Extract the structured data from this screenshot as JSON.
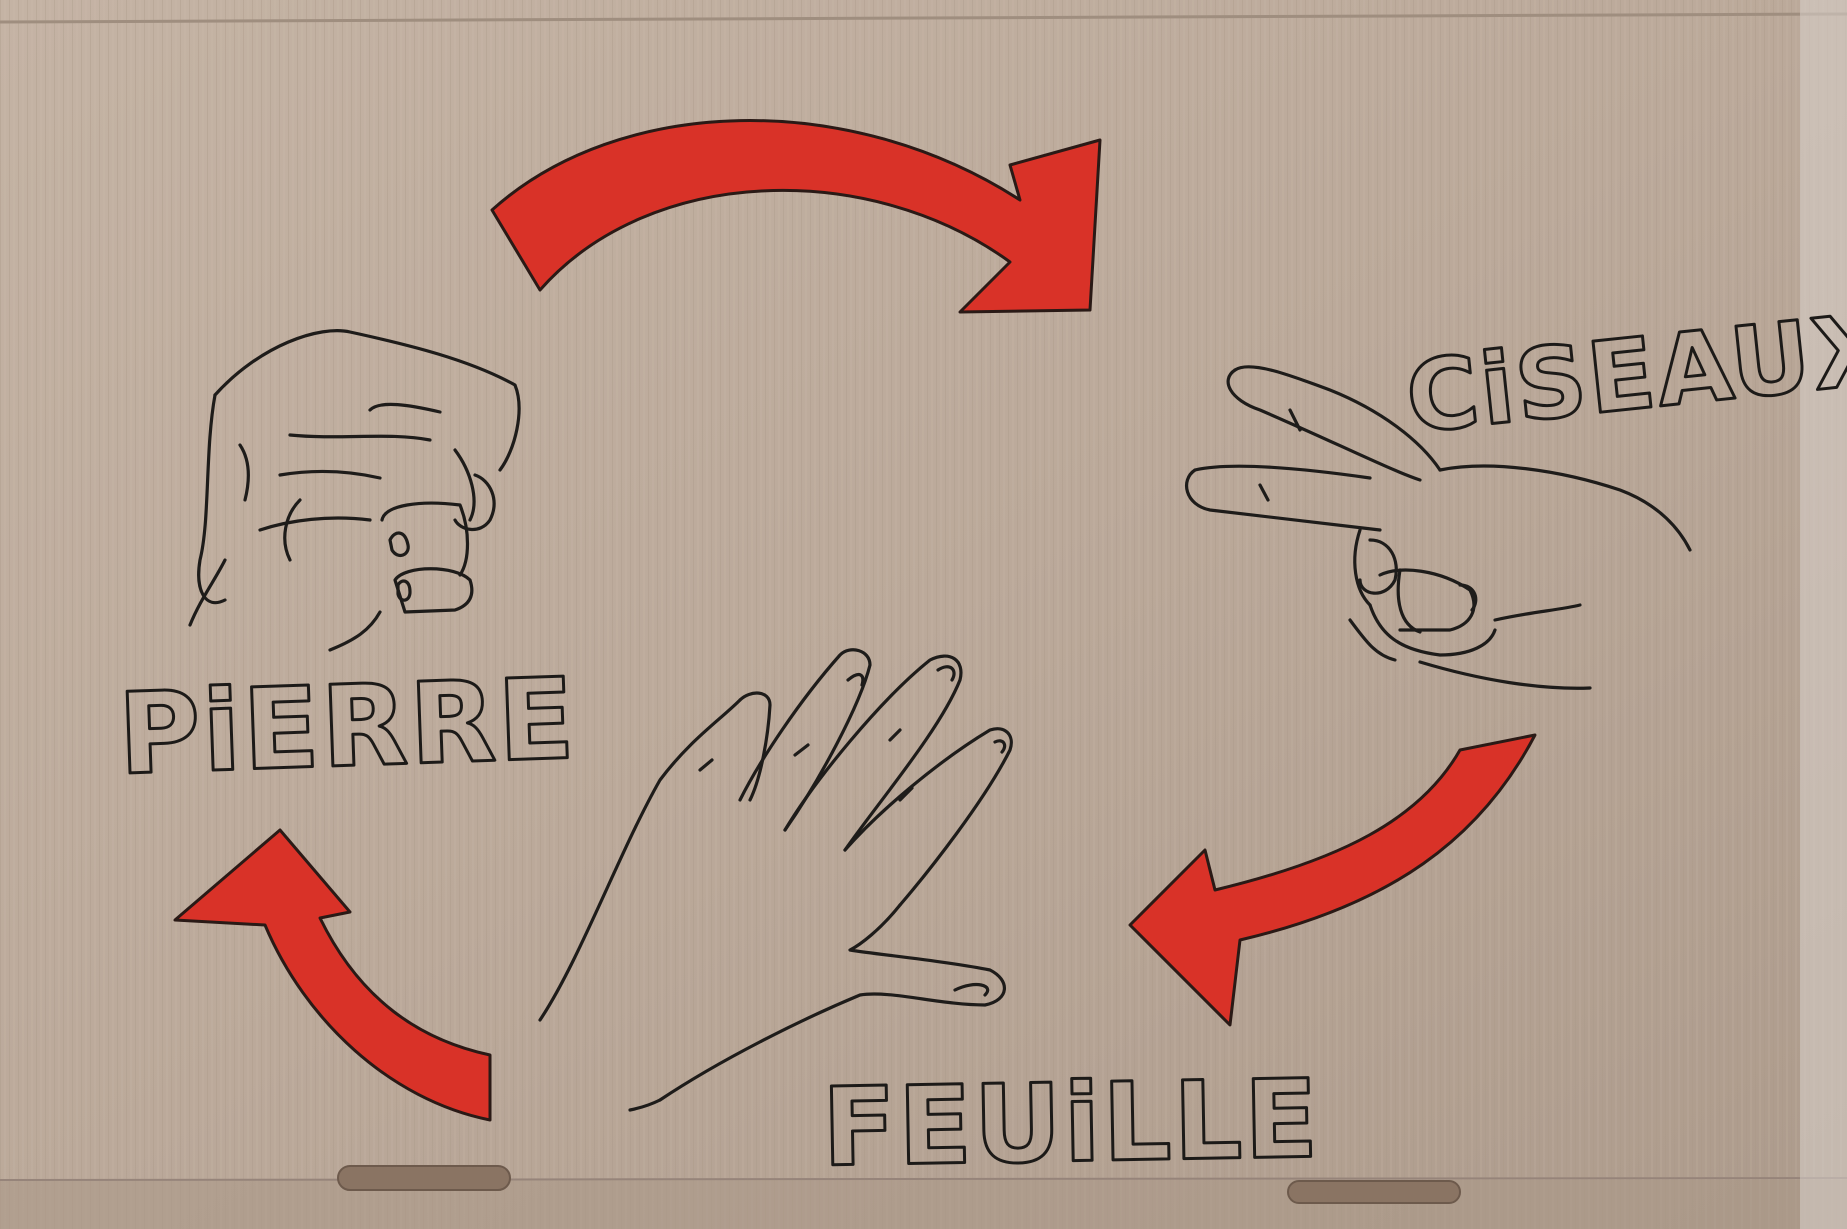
{
  "scene": {
    "description_kind": "hand-drawn poster on corrugated cardboard",
    "colors": {
      "cardboard": "#bfae9f",
      "cardboard_shadow": "#a89888",
      "ink": "#1e1c1a",
      "arrow_fill": "#d93228"
    }
  },
  "labels": {
    "pierre": "PiERRE",
    "ciseaux": "CiSEAUX",
    "feuille": "FEUiLLE"
  },
  "icons": {
    "fist": "fist-icon",
    "scissors_hand": "scissors-hand-icon",
    "open_hand": "open-hand-icon",
    "arrows": [
      "curved-arrow-top-icon",
      "curved-arrow-right-icon",
      "curved-arrow-left-icon"
    ]
  }
}
